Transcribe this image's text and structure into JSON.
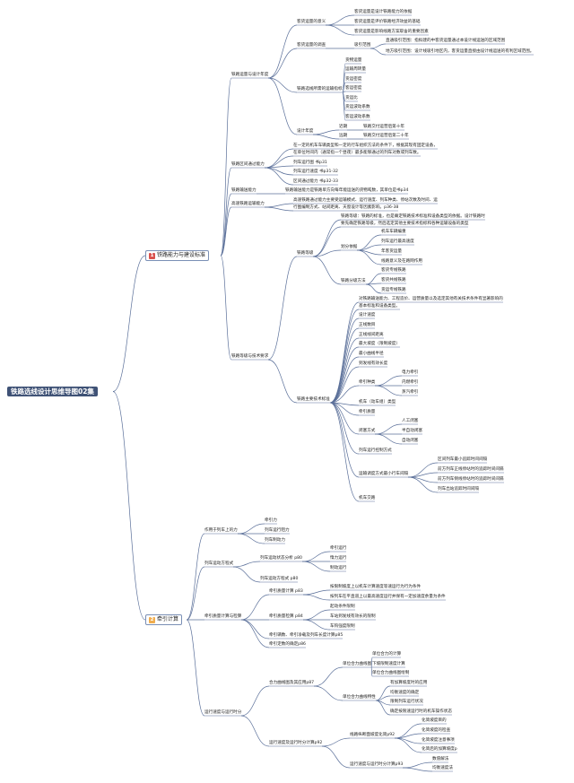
{
  "root": {
    "label": "铁路选线设计思维导图02集"
  },
  "branch1": {
    "num": "1",
    "label": "铁路能力与建设标准"
  },
  "branch2": {
    "num": "2",
    "label": "牵引计算"
  },
  "colors": {
    "root_bg": "#3f5276",
    "link": "#5a6f99",
    "badge1": "#d9534f",
    "badge2": "#f0ad4e"
  },
  "n": {
    "b1a": "铁路运量与设计年度",
    "b1a1": "客货运量的意义",
    "b1a1a": "客货运量是设计铁路能力的依据",
    "b1a1b": "客货运量是评价铁路经济效益的基础",
    "b1a1c": "客货运量是影响线路方案取舍的重要因素",
    "b1a2": "客货运量的调查",
    "b1a2a": "吸引范围",
    "b1a2a1": "直通吸引范围：指拟建的中客货运量通过本设计线运送的区域范围",
    "b1a2a2": "地方吸引范围：设计线吸引地区内，客货运量直接由设计线运送的有利区域范围。",
    "b1a3": "铁路选线所需的运输指标",
    "b1a3a": "货物运量",
    "b1a3b": "运输周转量",
    "b1a3c": "货运密度",
    "b1a3d": "客运密度",
    "b1a3e": "货运比",
    "b1a3f": "货运波动系数",
    "b1a3g": "客运波动系数",
    "b1a4": "设计年度",
    "b1a4a": "近期",
    "b1a4a1": "铁路交付运营后第十年",
    "b1a4b": "远期",
    "b1a4b1": "铁路交付运营后第二十年",
    "b1b": "铁路区间通过能力",
    "b1b1": "在一定的机车车辆类型和一定的行车组织方法的条件下，根据其现有固定设备，",
    "b1b2": "在单位时间内（通常指一个昼夜）最多能够通过的列车对数或列车数。",
    "b1b3": "列车运行图 书p31",
    "b1b4": "列车运行速度 书p31-32",
    "b1b5": "区间通过能力 书p32-33",
    "b1c": "铁路输送能力",
    "b1c1": "铁路输送能力是铁路单方向每年能运送的货物吨数，其单位是书p34",
    "b1d": "高速铁路运输能力",
    "b1d1": "高速铁路通过能力主要受运输模式、运行速度、列车种类、停站次数及时间、运",
    "b1d2": "行图编制方式、站间距离、天窗设计等因素影响。p36-38",
    "b1e": "铁路等级与技术要求",
    "b1e1": "铁路等级",
    "b1e1a": "铁路等级：铁路的标准，也是确定铁路技术标准和设备类型的依据。设计铁路时",
    "b1e1b": "要先确定铁路等级，然后选定其他主要技术指标和各种运输设备的类型",
    "b1e1c": "划分依据",
    "b1e1c1": "机车车辆编重",
    "b1e1c2": "列车运行最高速度",
    "b1e1c3": "年客货运量",
    "b1e1c4": "线路意义及在路网作用",
    "b1e1d": "铁路分级方法",
    "b1e1d1": "客货专线铁路",
    "b1e1d2": "客货共线铁路",
    "b1e1d3": "货运专线铁路",
    "b1e2": "铁路主要技术标准",
    "b1e2a": "对铁路输送能力、工程造价、运营质量以及选定其他有关技术条件有显著影响的",
    "b1e2b": "基本标准和设备类型。",
    "b1e2c": "设计速度",
    "b1e2d": "正线数目",
    "b1e2e": "正线线间距离",
    "b1e2f": "最大坡度（限制坡度）",
    "b1e2g": "最小曲线半径",
    "b1e2h": "到发线有效长度",
    "b1e2i": "牵引种类",
    "b1e2i1": "电力牵引",
    "b1e2i2": "内燃牵引",
    "b1e2i3": "蒸汽牵引",
    "b1e2j": "机车（动车组）类型",
    "b1e2k": "牵引质量",
    "b1e2l": "闭塞方式",
    "b1e2l1": "人工闭塞",
    "b1e2l2": "半自动闭塞",
    "b1e2l3": "自动闭塞",
    "b1e2m": "列车运行控制方式",
    "b1e2n": "运输调度方式最小行车间隔",
    "b1e2n1": "区间列车最小追踪时间间隔",
    "b1e2n2": "前方列车正线停站时的追踪时间间隔",
    "b1e2n3": "前方列车侧线停站时的追踪时间间隔",
    "b1e2n4": "列车出站追踪时间间隔",
    "b1e2o": "机车交路",
    "b2a": "作用于列车上的力",
    "b2a1": "牵引力",
    "b2a2": "列车运行阻力",
    "b2a3": "列车制动力",
    "b2b": "列车运动方程式",
    "b2b1": "列车运动状态分析 p80",
    "b2b1a": "牵引运行",
    "b2b1b": "惰力运行",
    "b2b1c": "制动运行",
    "b2b2": "列车运动方程式 p80",
    "b2c": "牵引质量计算与检算",
    "b2c1": "牵引质量计算 p83",
    "b2c1a": "按限制坡度上以机车计算速度等速运行为行为条件",
    "b2c1b": "按列车在平直道上以最高速度运行并保有一定加速度余量为条件",
    "b2c2": "牵引质量检算 p84",
    "b2c2a": "起动条件限制",
    "b2c2b": "车站到发线有效长的限制",
    "b2c2c": "车钩强度限制",
    "b2c3": "牵引辆数、牵引净载及列车长度计算p85",
    "b2c4": "牵引定数的确定p86",
    "b2d": "运行速度与运行时分",
    "b2d1": "合力曲线图及其应用p87",
    "b2d1a": "单位合力曲线图",
    "b2d1a1": "单位合力的计算",
    "b2d1a2": "下坡限制速度计算",
    "b2d1a3": "单位合力曲线图绘制",
    "b2d1b": "单位合力曲线特性",
    "b2d1b1": "有加算坡度时的应用",
    "b2d1b2": "均衡速度的确定",
    "b2d1b3": "限制列车运行状况",
    "b2d1b4": "确定按限速运行时的机车操作状态",
    "b2d2": "运行速度及运行时分计算p92",
    "b2d2a": "线路纵断面坡度化简p92",
    "b2d2a1": "化简坡度目的",
    "b2d2a2": "化简坡度的检查",
    "b2d2a3": "化简坡度注意事项",
    "b2d2a4": "化简后的加算坡度p",
    "b2d2b": "运行速度与运行时分计算p93",
    "b2d2b1": "数值解法",
    "b2d2b2": "均衡速度法"
  }
}
